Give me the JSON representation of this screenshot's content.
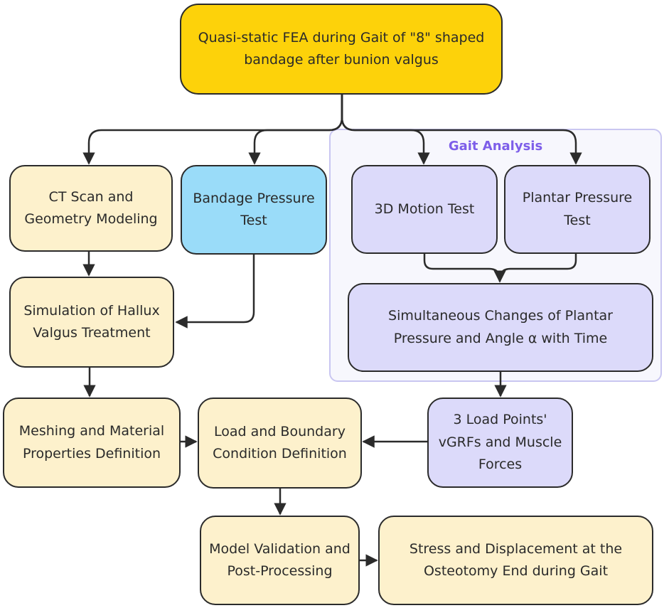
{
  "colors": {
    "title_node": "#fdd20a",
    "process_node": "#fdf1cc",
    "bandage_node": "#9adcf9",
    "gait_node": "#dcdafa",
    "gait_group_border": "#c9c6f1",
    "gait_group_title": "#7d5ee9",
    "stroke": "#2b2b2b"
  },
  "group": {
    "gait_analysis": "Gait Analysis"
  },
  "nodes": {
    "title": "Quasi-static FEA during Gait of \"8\" shaped bandage after bunion valgus",
    "ct_scan": "CT Scan and Geometry Modeling",
    "bandage_pressure": "Bandage Pressure Test",
    "motion_test": "3D Motion Test",
    "plantar_pressure": "Plantar Pressure Test",
    "simultaneous": "Simultaneous Changes of Plantar Pressure and Angle α with Time",
    "simulation": "Simulation of Hallux Valgus Treatment",
    "meshing": "Meshing and Material Properties Definition",
    "load_boundary": "Load and Boundary Condition Definition",
    "load_points": "3 Load Points' vGRFs and Muscle Forces",
    "validation": "Model Validation and Post-Processing",
    "stress": "Stress and Displacement at the Osteotomy End during Gait"
  }
}
